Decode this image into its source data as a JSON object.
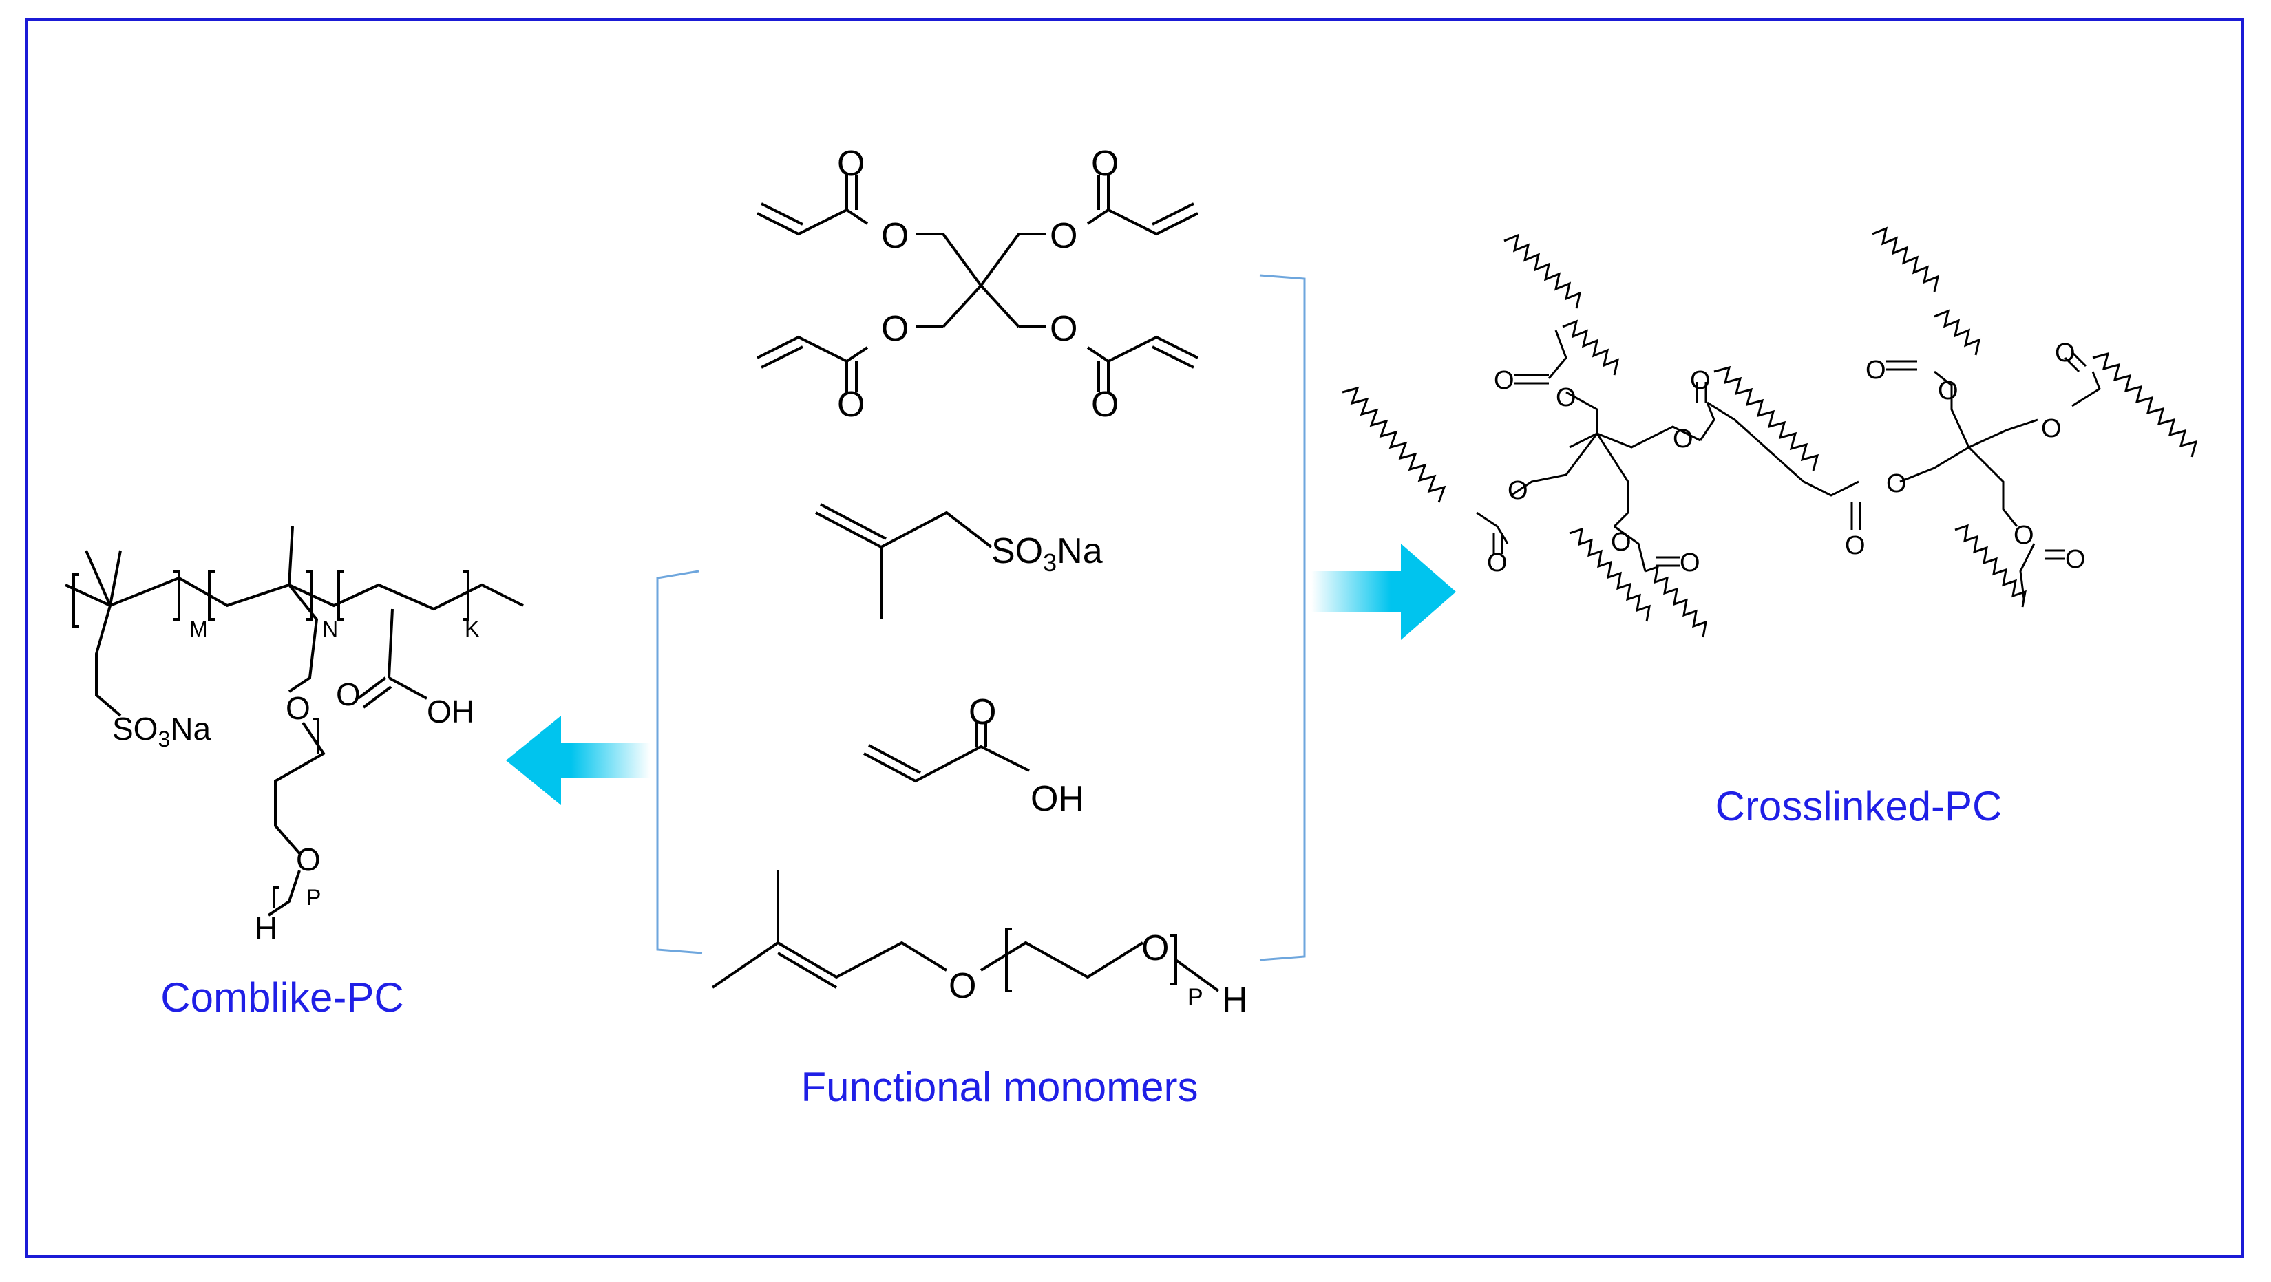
{
  "colors": {
    "frame": "#1b1bd6",
    "caption": "#1f1fe6",
    "bond": "#000000",
    "bracket": "#6ea6dd",
    "arrow": "#00c4ee"
  },
  "labels": {
    "combplike": "Comblike-PC",
    "monomers": "Functional monomers",
    "crosslinked": "Crosslinked-PC"
  },
  "atoms": {
    "O": "O",
    "OH": "OH",
    "H": "H",
    "SO3Na_prefix": "SO",
    "SO3Na_sub": "3",
    "SO3Na_suffix": "Na",
    "M": "M",
    "N": "N",
    "K": "K",
    "P": "P"
  },
  "arrows": [
    {
      "name": "arrow-to-comblike",
      "direction": "left"
    },
    {
      "name": "arrow-to-crosslinked",
      "direction": "right"
    }
  ]
}
